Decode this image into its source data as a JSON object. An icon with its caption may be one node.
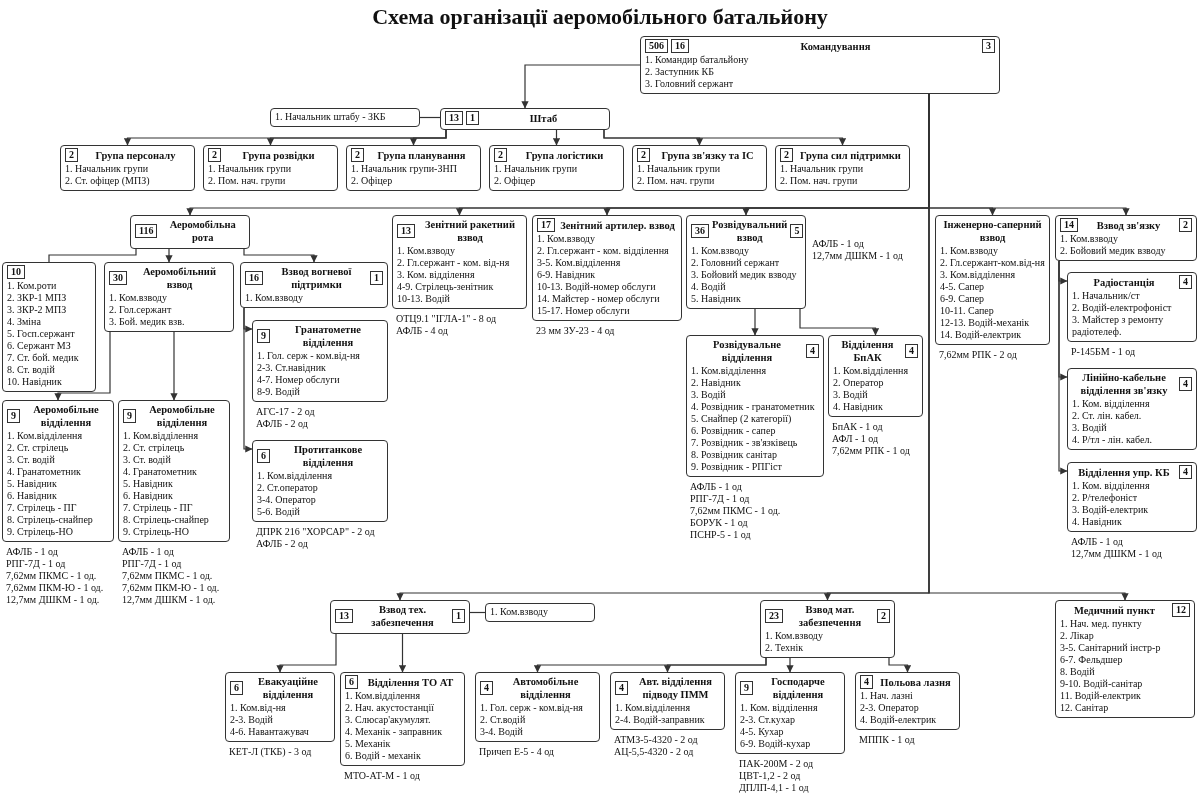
{
  "diagram": {
    "title": "Схема організації аеромобільного батальйону",
    "nodes": [
      {
        "text": [
          "506",
          "16",
          "Командування",
          "3",
          "1. Командир батальйону",
          "2. Заступник КБ",
          "3. Головний сержант"
        ]
      },
      {
        "text": [
          "13",
          "1",
          "Штаб"
        ]
      },
      {
        "text": [
          "1. Начальник штабу - ЗКБ"
        ]
      },
      {
        "text": [
          "2",
          "Група персоналу",
          "1. Начальник групи",
          "2. Ст. офіцер (МПЗ)"
        ]
      },
      {
        "text": [
          "2",
          "Група розвідки",
          "1. Начальник групи",
          "2. Пом. нач. групи"
        ]
      },
      {
        "text": [
          "2",
          "Група планування",
          "1. Начальник групи-ЗНП",
          "2. Офіцер"
        ]
      },
      {
        "text": [
          "2",
          "Група логістики",
          "1. Начальник групи",
          "2. Офіцер"
        ]
      },
      {
        "text": [
          "2",
          "Група зв'язку та ІС",
          "1. Начальник групи",
          "2. Пом. нач. групи"
        ]
      },
      {
        "text": [
          "2",
          "Група сил підтримки",
          "1. Начальник групи",
          "2. Пом. нач. групи"
        ]
      },
      {
        "text": [
          "116",
          "Аеромобільна рота"
        ]
      },
      {
        "text": [
          "10",
          "1. Ком.роти",
          "2. ЗКР-1 МПЗ",
          "3. ЗКР-2 МПЗ",
          "4. Зміна",
          "5. Госп.сержант",
          "6. Сержант МЗ",
          "7. Ст. бой. медик",
          "8. Ст. водій",
          "10. Навідник"
        ]
      },
      {
        "text": [
          "30",
          "Аеромобільний взвод",
          "1. Ком.взводу",
          "2. Гол.сержант",
          "3. Бой. медик взв."
        ]
      },
      {
        "text": [
          "9",
          "Аеромобільне відділення",
          "1. Ком.відділення",
          "2. Ст. стрілець",
          "3. Ст. водій",
          "4. Гранатометник",
          "5. Навідник",
          "6. Навідник",
          "7. Стрілець - ПГ",
          "8. Стрілець-снайпер",
          "9. Стрілець-НО"
        ],
        "beside": [
          "АФЛБ - 1 од",
          "РПГ-7Д - 1 од",
          "7,62мм ПКМС - 1 од.",
          "7,62мм ПКМ-Ю - 1 од.",
          "12,7мм ДШКМ - 1 од."
        ]
      },
      {
        "text": [
          "9",
          "Аеромобільне відділення",
          "1. Ком.відділення",
          "2. Ст. стрілець",
          "3. Ст. водій",
          "4. Гранатометник",
          "5. Навідник",
          "6. Навідник",
          "7. Стрілець - ПГ",
          "8. Стрілець-снайпер",
          "9. Стрілець-НО"
        ],
        "beside": [
          "АФЛБ - 1 од",
          "РПГ-7Д - 1 од",
          "7,62мм ПКМС - 1 од.",
          "7,62мм ПКМ-Ю - 1 од.",
          "12,7мм ДШКМ - 1 од."
        ]
      },
      {
        "text": [
          "16",
          "Взвод вогневої підтримки",
          "1",
          "1. Ком.взводу"
        ]
      },
      {
        "text": [
          "9",
          "Гранатометне відділення",
          "1. Гол. серж - ком.від-ня",
          "2-3. Ст.навідник",
          "4-7. Номер обслуги",
          "8-9. Водій"
        ],
        "beside": [
          "АГС-17 - 2 од",
          "АФЛБ - 2 од"
        ]
      },
      {
        "text": [
          "6",
          "Протитанкове відділення",
          "1. Ком.відділення",
          "2. Ст.оператор",
          "3-4. Оператор",
          "5-6. Водій"
        ],
        "beside": [
          "ДПРК 216 \"ХОРСАР\" - 2 од",
          "АФЛБ - 2 од"
        ]
      },
      {
        "text": [
          "13",
          "Зенітний ракетний взвод",
          "1. Ком.взводу",
          "2. Гл.сержант - ком. від-ня",
          "3. Ком. відділення",
          "4-9. Стрілець-зенітник",
          "10-13. Водій"
        ],
        "beside": [
          "ОТЦ9.1 \"ІГЛА-1\" - 8 од",
          "АФЛБ - 4 од"
        ]
      },
      {
        "text": [
          "17",
          "Зенітний артилер. взвод",
          "1. Ком.взводу",
          "2. Гл.сержант - ком. відділення",
          "3-5. Ком.відділення",
          "6-9. Навідник",
          "10-13. Водій-номер обслуги",
          "14. Майстер - номер обслуги",
          "15-17. Номер обслуги"
        ],
        "beside": [
          "23 мм ЗУ-23 - 4 од"
        ]
      },
      {
        "text": [
          "36",
          "Розвідувальний взвод",
          "5",
          "1. Ком.взводу",
          "2. Головний сержант",
          "3. Бойовий медик взводу",
          "4. Водій",
          "5. Навідник"
        ],
        "beside": [
          "АФЛБ - 1 од",
          "12,7мм ДШКМ - 1 од"
        ]
      },
      {
        "text": [
          "Розвідувальне відділення",
          "4",
          "1. Ком.відділення",
          "2. Навідник",
          "3. Водій",
          "4. Розвідник - гранатометник",
          "5. Снайпер (2 категорії)",
          "6. Розвідник - сапер",
          "7. Розвідник - зв'язківець",
          "8. Розвідник санітар",
          "9. Розвідник - РПГіст"
        ],
        "beside": [
          "АФЛБ - 1 од",
          "РПГ-7Д - 1 од",
          "7,62мм ПКМС - 1 од.",
          "БОРУК - 1 од",
          "ПСНР-5 - 1 од"
        ]
      },
      {
        "text": [
          "Відділення БпАК",
          "4",
          "1. Ком.відділення",
          "2. Оператор",
          "3. Водій",
          "4. Навідник"
        ],
        "beside": [
          "БпАК - 1 од",
          "АФЛ - 1 од",
          "7,62мм РПК - 1 од"
        ]
      },
      {
        "text": [
          "Інженерно-саперний взвод",
          "1. Ком.взводу",
          "2. Гл.сержант-ком.від-ня",
          "3. Ком.відділення",
          "4-5. Сапер",
          "6-9. Сапер",
          "10-11. Сапер",
          "12-13. Водій-механік",
          "14. Водій-електрик"
        ],
        "beside": [
          "7,62мм РПК - 2 од"
        ]
      },
      {
        "text": [
          "14",
          "Взвод зв'язку",
          "2",
          "1. Ком.взводу",
          "2. Бойовий медик взводу"
        ]
      },
      {
        "text": [
          "Радіостанція",
          "4",
          "1. Начальник/ст",
          "2. Водій-електрофоніст",
          "3. Майстер з ремонту радіотелеф."
        ],
        "beside": [
          "Р-145БМ - 1 од"
        ]
      },
      {
        "text": [
          "Лінійно-кабельне відділення зв'язку",
          "4",
          "1. Ком. відділення",
          "2. Ст. лін. кабел.",
          "3. Водій",
          "4. Р/тл - лін. кабел."
        ]
      },
      {
        "text": [
          "Відділення упр. КБ",
          "4",
          "1. Ком. відділення",
          "2. Р/телефоніст",
          "3. Водій-електрик",
          "4. Навідник"
        ],
        "beside": [
          "АФЛБ - 1 од",
          "12,7мм ДШКМ - 1 од"
        ]
      },
      {
        "text": [
          "13",
          "Взвод тех. забезпечення",
          "1"
        ]
      },
      {
        "text": [
          "1. Ком.взводу"
        ]
      },
      {
        "text": [
          "6",
          "Евакуаційне відділення",
          "1. Ком.від-ня",
          "2-3. Водій",
          "4-6. Навантажувач"
        ],
        "beside": [
          "КЕТ-Л (ТКБ) - 3 од"
        ]
      },
      {
        "text": [
          "6",
          "Відділення ТО АТ",
          "1. Ком.відділення",
          "2. Нач. акустостанції",
          "3. Слюсар'акумулят.",
          "4. Механік - заправник",
          "5. Механік",
          "6. Водій - механік"
        ],
        "beside": [
          "МТО-АТ-М - 1 од"
        ]
      },
      {
        "text": [
          "4",
          "Автомобільне відділення",
          "1. Гол. серж - ком.від-ня",
          "2. Ст.водій",
          "3-4. Водій"
        ],
        "beside": [
          "Причеп Е-5 - 4 од"
        ]
      },
      {
        "text": [
          "4",
          "Авт. відділення підводу ПММ",
          "1. Ком.відділення",
          "2-4. Водій-заправник"
        ],
        "beside": [
          "АТМЗ-5-4320 - 2 од",
          "АЦ-5,5-4320 - 2 од"
        ]
      },
      {
        "text": [
          "23",
          "Взвод мат. забезпечення",
          "2",
          "1. Ком.взводу",
          "2. Технік"
        ]
      },
      {
        "text": [
          "9",
          "Господарче відділення",
          "1. Ком. відділення",
          "2-3. Ст.кухар",
          "4-5. Кухар",
          "6-9. Водій-кухар"
        ],
        "beside": [
          "ПАК-200М - 2 од",
          "ЦВТ-1,2 - 2 од",
          "ДПЛП-4,1 - 1 од"
        ]
      },
      {
        "text": [
          "4",
          "Польова лазня",
          "1. Нач. лазні",
          "2-3. Оператор",
          "4. Водій-електрик"
        ],
        "beside": [
          "МППК - 1 од"
        ]
      },
      {
        "text": [
          "Медичний пункт",
          "12",
          "1. Нач. мед. пункту",
          "2. Лікар",
          "3-5. Санітарний інстр-р",
          "6-7. Фельдшер",
          "8. Водій",
          "9-10. Водій-санітар",
          "11. Водій-електрик",
          "12. Санітар"
        ]
      }
    ],
    "edges": [
      {
        "from": 0,
        "to": 1,
        "arrow": "to"
      },
      {
        "from": 1,
        "to": 2,
        "arrow": "none"
      },
      {
        "from": 1,
        "to": 3,
        "arrow": "to"
      },
      {
        "from": 1,
        "to": 4,
        "arrow": "to"
      },
      {
        "from": 1,
        "to": 5,
        "arrow": "to"
      },
      {
        "from": 1,
        "to": 6,
        "arrow": "to"
      },
      {
        "from": 1,
        "to": 7,
        "arrow": "to"
      },
      {
        "from": 1,
        "to": 8,
        "arrow": "to"
      },
      {
        "from": 0,
        "to": 9,
        "arrow": "to"
      },
      {
        "from": 9,
        "to": 10,
        "arrow": "none"
      },
      {
        "from": 9,
        "to": 11,
        "arrow": "to"
      },
      {
        "from": 11,
        "to": 12,
        "arrow": "to"
      },
      {
        "from": 11,
        "to": 13,
        "arrow": "to"
      },
      {
        "from": 9,
        "to": 14,
        "arrow": "to"
      },
      {
        "from": 14,
        "to": 15,
        "arrow": "to"
      },
      {
        "from": 14,
        "to": 16,
        "arrow": "to"
      },
      {
        "from": 0,
        "to": 17,
        "arrow": "to"
      },
      {
        "from": 0,
        "to": 18,
        "arrow": "to"
      },
      {
        "from": 0,
        "to": 19,
        "arrow": "to"
      },
      {
        "from": 19,
        "to": 20,
        "arrow": "to"
      },
      {
        "from": 19,
        "to": 21,
        "arrow": "to"
      },
      {
        "from": 0,
        "to": 22,
        "arrow": "to"
      },
      {
        "from": 0,
        "to": 23,
        "arrow": "to"
      },
      {
        "from": 23,
        "to": 24,
        "arrow": "to"
      },
      {
        "from": 23,
        "to": 25,
        "arrow": "to"
      },
      {
        "from": 23,
        "to": 26,
        "arrow": "to"
      },
      {
        "from": 0,
        "to": 27,
        "arrow": "to"
      },
      {
        "from": 27,
        "to": 28,
        "arrow": "none"
      },
      {
        "from": 27,
        "to": 29,
        "arrow": "to"
      },
      {
        "from": 27,
        "to": 30,
        "arrow": "to"
      },
      {
        "from": 0,
        "to": 33,
        "arrow": "to"
      },
      {
        "from": 33,
        "to": 31,
        "arrow": "to"
      },
      {
        "from": 33,
        "to": 32,
        "arrow": "to"
      },
      {
        "from": 33,
        "to": 34,
        "arrow": "to"
      },
      {
        "from": 33,
        "to": 35,
        "arrow": "to"
      },
      {
        "from": 0,
        "to": 36,
        "arrow": "to"
      }
    ]
  }
}
